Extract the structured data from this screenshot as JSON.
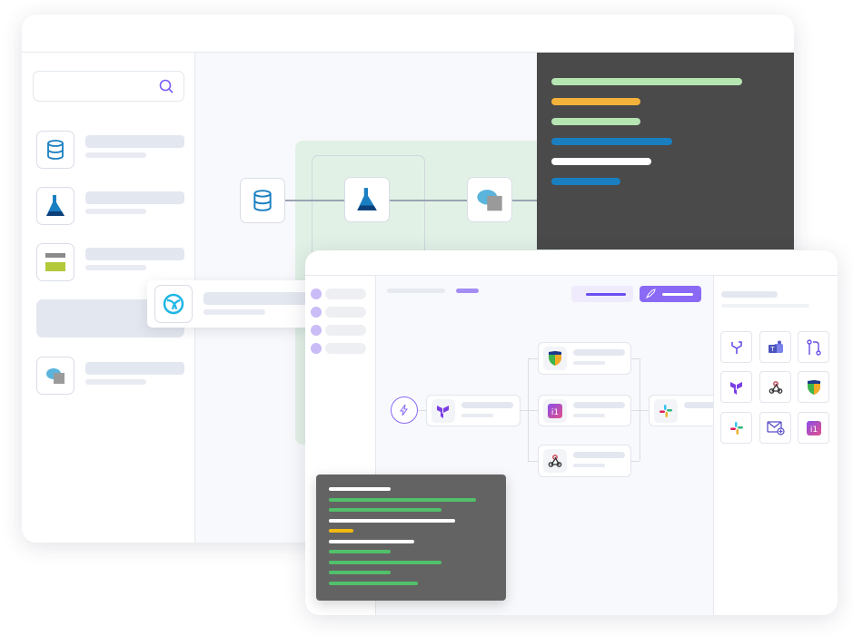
{
  "colors": {
    "accent": "#7b5cf5",
    "code_bg_back": "#4a4a4a",
    "code_bg_front": "#636363",
    "green_area": "#e2f1e6",
    "code_green": "#b5e5b0",
    "code_green_front": "#52c06a",
    "code_orange": "#f5b23a",
    "code_blue": "#1a7fc1",
    "code_yellow": "#f2b90f"
  },
  "back_window": {
    "search": {
      "placeholder": "",
      "icon": "search-icon"
    },
    "sidebar_items": [
      {
        "icon": "database-icon"
      },
      {
        "icon": "flask-icon"
      },
      {
        "icon": "table-icon"
      },
      {
        "icon": "selected-placeholder"
      },
      {
        "icon": "cloud-container-icon"
      }
    ],
    "pipeline": [
      {
        "icon": "database-icon"
      },
      {
        "icon": "flask-icon"
      },
      {
        "icon": "cloud-container-icon"
      }
    ],
    "code_lines": [
      "green",
      "orange",
      "green",
      "blue",
      "white",
      "blue"
    ]
  },
  "floating_card": {
    "icon": "globe-network-icon"
  },
  "front_window": {
    "nav_items": 4,
    "buttons": [
      {
        "style": "secondary"
      },
      {
        "style": "primary",
        "icon": "rocket-icon"
      }
    ],
    "flow": {
      "trigger": "bolt-icon",
      "nodes": [
        "terraform-icon",
        "shield-icon",
        "incident-icon",
        "webhook-icon",
        "slack-icon"
      ]
    },
    "palette": [
      "git-fork-icon",
      "teams-icon",
      "pull-request-icon",
      "terraform-icon",
      "webhook-icon",
      "shield-icon",
      "slack-icon",
      "mail-add-icon",
      "incident-icon"
    ],
    "code_lines": [
      "white",
      "green",
      "green",
      "white",
      "yellow",
      "white",
      "green",
      "green",
      "green",
      "green"
    ]
  }
}
